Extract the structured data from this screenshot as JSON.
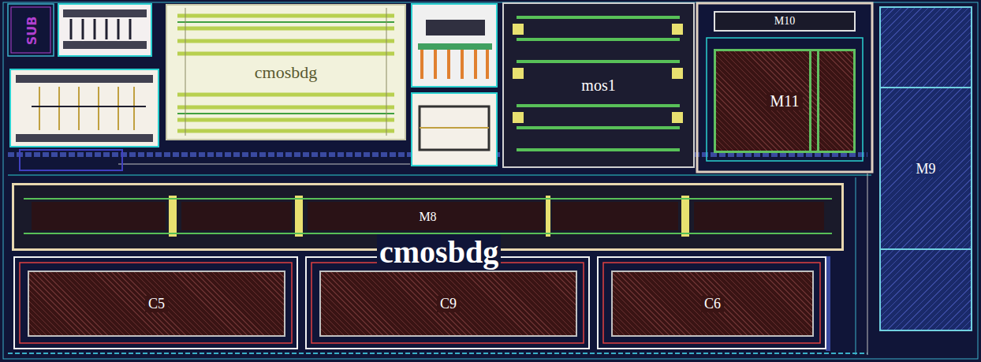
{
  "diagram": {
    "nodes": [
      {
        "text": [
          "cmosbdg"
        ]
      },
      {
        "text": [
          "mos1"
        ]
      },
      {
        "text": [
          "M10"
        ]
      },
      {
        "text": [
          "M11"
        ]
      },
      {
        "text": [
          "M9"
        ]
      },
      {
        "text": [
          "M8"
        ]
      },
      {
        "text": [
          "C5"
        ]
      },
      {
        "text": [
          "C9"
        ]
      },
      {
        "text": [
          "C6"
        ]
      }
    ],
    "labels": [
      "SUB",
      "cmosbdg"
    ]
  }
}
